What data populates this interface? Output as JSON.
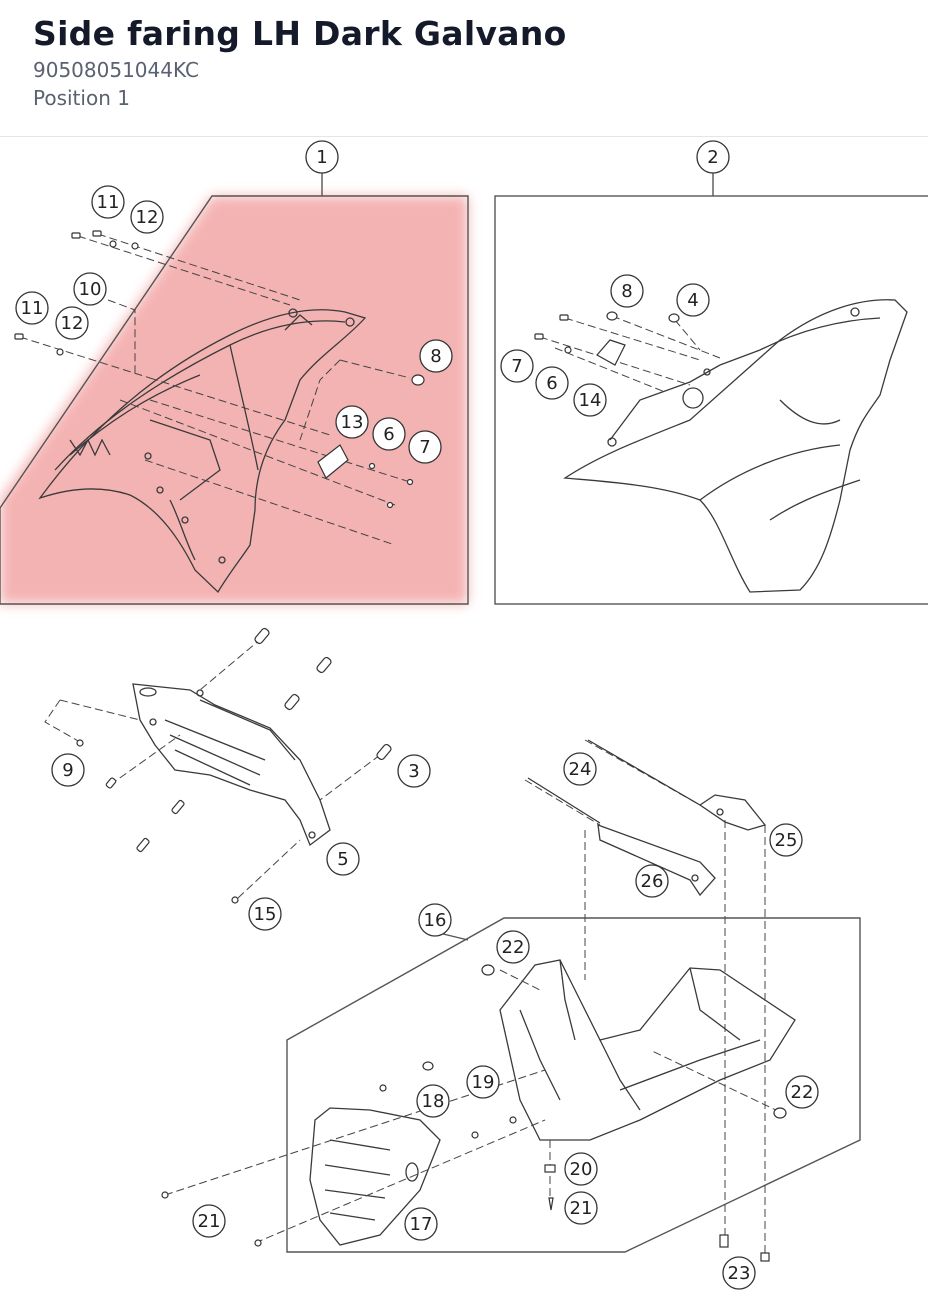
{
  "header": {
    "title": "Side faring LH Dark Galvano",
    "part_number": "90508051044KC",
    "position": "Position 1"
  },
  "highlight_color": "#f3a6a6",
  "callouts": [
    {
      "id": "c1",
      "label": "1"
    },
    {
      "id": "c2",
      "label": "2"
    },
    {
      "id": "c11a",
      "label": "11"
    },
    {
      "id": "c12a",
      "label": "12"
    },
    {
      "id": "c10",
      "label": "10"
    },
    {
      "id": "c11b",
      "label": "11"
    },
    {
      "id": "c12b",
      "label": "12"
    },
    {
      "id": "c8a",
      "label": "8"
    },
    {
      "id": "c13",
      "label": "13"
    },
    {
      "id": "c6a",
      "label": "6"
    },
    {
      "id": "c7a",
      "label": "7"
    },
    {
      "id": "c8b",
      "label": "8"
    },
    {
      "id": "c4",
      "label": "4"
    },
    {
      "id": "c7b",
      "label": "7"
    },
    {
      "id": "c6b",
      "label": "6"
    },
    {
      "id": "c14",
      "label": "14"
    },
    {
      "id": "c9",
      "label": "9"
    },
    {
      "id": "c3",
      "label": "3"
    },
    {
      "id": "c5",
      "label": "5"
    },
    {
      "id": "c15",
      "label": "15"
    },
    {
      "id": "c24",
      "label": "24"
    },
    {
      "id": "c25",
      "label": "25"
    },
    {
      "id": "c26",
      "label": "26"
    },
    {
      "id": "c16",
      "label": "16"
    },
    {
      "id": "c22a",
      "label": "22"
    },
    {
      "id": "c19",
      "label": "19"
    },
    {
      "id": "c18",
      "label": "18"
    },
    {
      "id": "c22b",
      "label": "22"
    },
    {
      "id": "c20",
      "label": "20"
    },
    {
      "id": "c21a",
      "label": "21"
    },
    {
      "id": "c21b",
      "label": "21"
    },
    {
      "id": "c17",
      "label": "17"
    },
    {
      "id": "c23",
      "label": "23"
    }
  ]
}
